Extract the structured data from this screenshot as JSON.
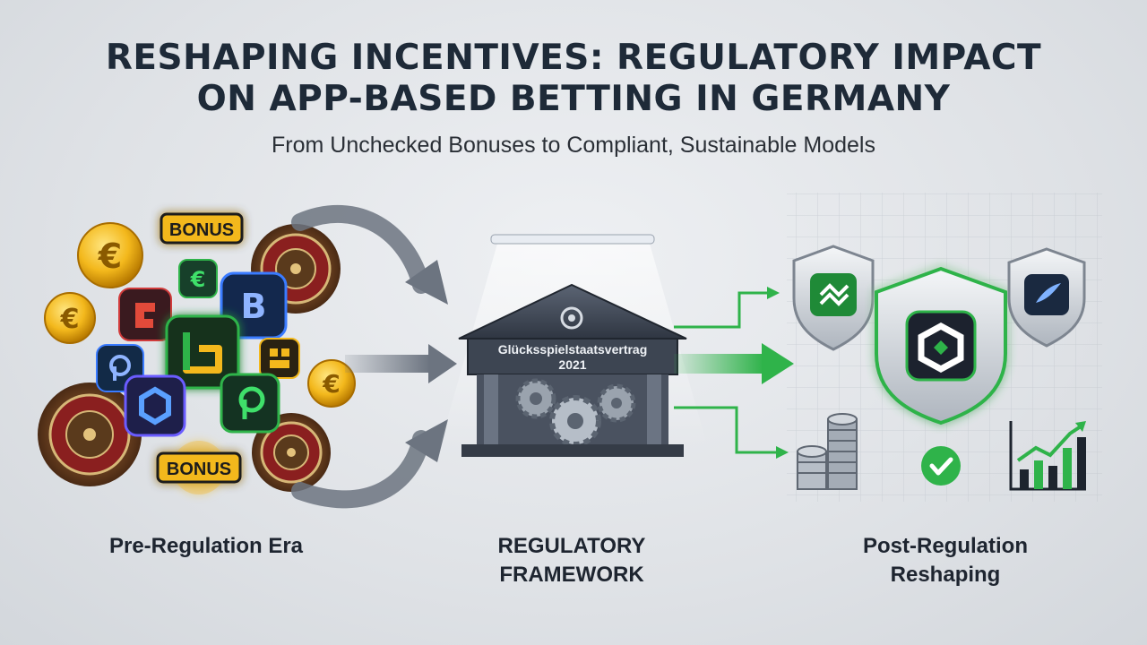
{
  "header": {
    "title_line1": "RESHAPING INCENTIVES: REGULATORY IMPACT",
    "title_line2": "ON APP-BASED BETTING IN GERMANY",
    "subtitle": "From Unchecked Bonuses to Compliant, Sustainable Models"
  },
  "stages": {
    "pre": "Pre-Regulation Era",
    "framework_line1": "REGULATORY",
    "framework_line2": "FRAMEWORK",
    "post_line1": "Post-Regulation",
    "post_line2": "Reshaping"
  },
  "building": {
    "law": "Glücksspielstaatsvertrag",
    "year": "2021"
  },
  "badges": {
    "bonus": "BONUS",
    "currency": "€",
    "app_b": "B"
  },
  "colors": {
    "accent_green": "#2fb34a",
    "gold": "#f3b81c",
    "slate": "#3a4352",
    "arrow_gray": "#6c7480"
  }
}
